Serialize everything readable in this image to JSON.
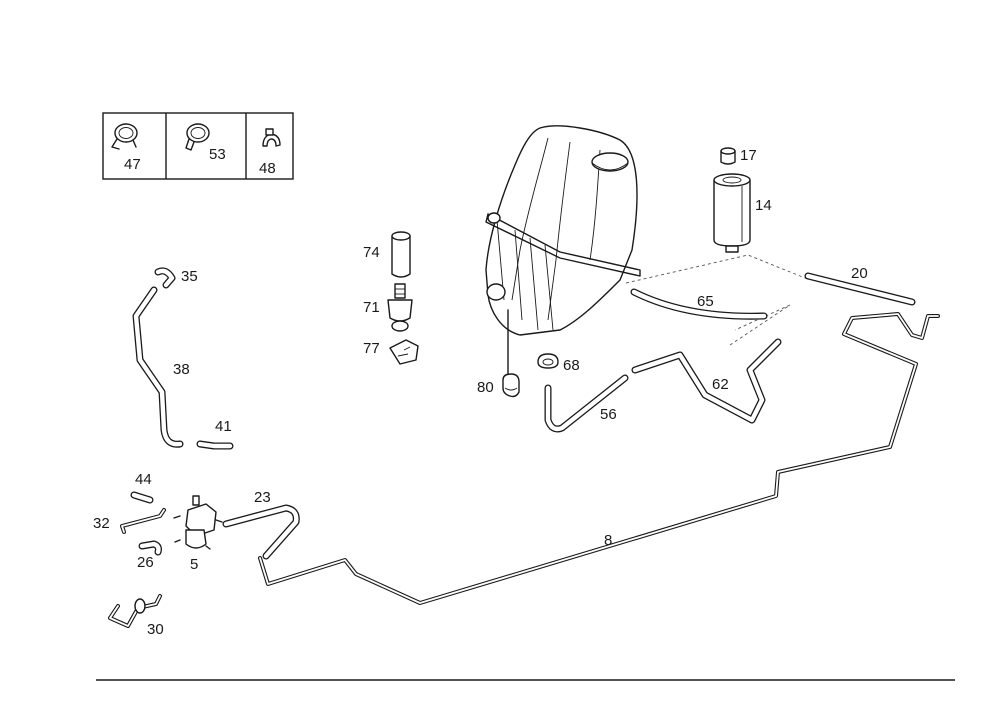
{
  "callouts": {
    "p47": "47",
    "p53": "53",
    "p48": "48",
    "p35": "35",
    "p38": "38",
    "p41": "41",
    "p74": "74",
    "p71": "71",
    "p77": "77",
    "p80": "80",
    "p68": "68",
    "p56": "56",
    "p17": "17",
    "p14": "14",
    "p20": "20",
    "p65": "65",
    "p62": "62",
    "p44": "44",
    "p32": "32",
    "p26": "26",
    "p5": "5",
    "p23": "23",
    "p30": "30",
    "p8": "8"
  },
  "colors": {
    "line": "#1a1a1a",
    "background": "#ffffff"
  }
}
